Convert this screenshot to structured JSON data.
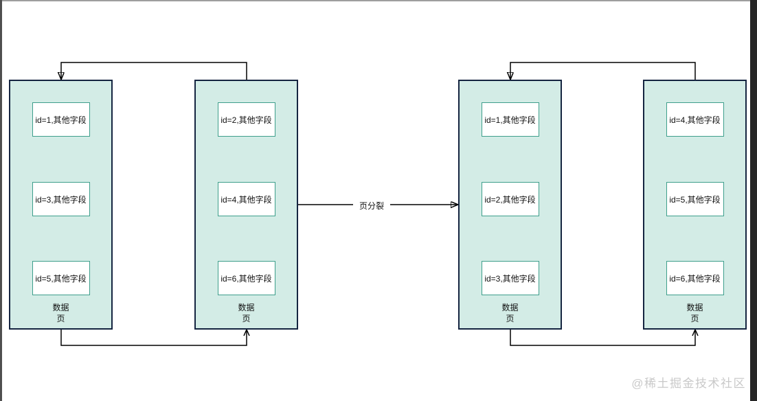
{
  "canvas": {
    "split_arrow_label": "页分裂",
    "watermark": "@稀土掘金技术社区"
  },
  "pages": [
    {
      "id": "page-1",
      "records": [
        "id=1,其他字段",
        "id=3,其他字段",
        "id=5,其他字段"
      ],
      "label_lines": [
        "数据",
        "页"
      ]
    },
    {
      "id": "page-2",
      "records": [
        "id=2,其他字段",
        "id=4,其他字段",
        "id=6,其他字段"
      ],
      "label_lines": [
        "数据",
        "页"
      ]
    },
    {
      "id": "page-3",
      "records": [
        "id=1,其他字段",
        "id=2,其他字段",
        "id=3,其他字段"
      ],
      "label_lines": [
        "数据",
        "页"
      ]
    },
    {
      "id": "page-4",
      "records": [
        "id=4,其他字段",
        "id=5,其他字段",
        "id=6,其他字段"
      ],
      "label_lines": [
        "数据",
        "页"
      ]
    }
  ],
  "colors": {
    "page_fill": "#d3ece6",
    "page_border": "#142440",
    "record_border": "#3d9e8b",
    "record_fill": "#ffffff",
    "connector_line": "#000000",
    "watermark_text": "#c9c9c9",
    "edge_top": "#9e9e9e",
    "edge_left": "#4f4f4f",
    "edge_right": "#262626"
  }
}
